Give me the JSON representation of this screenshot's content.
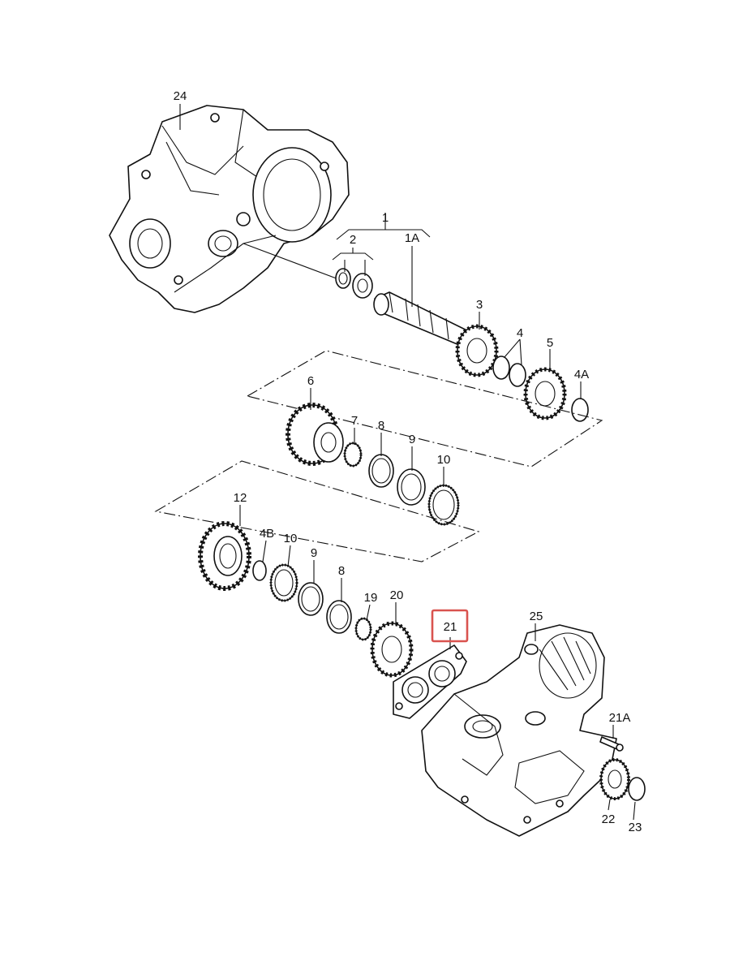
{
  "labels": {
    "p24": "24",
    "p1": "1",
    "p1a": "1A",
    "p2": "2",
    "p3": "3",
    "p4": "4",
    "p5": "5",
    "p4a": "4A",
    "p6": "6",
    "p7": "7",
    "p8a": "8",
    "p9a": "9",
    "p10a": "10",
    "p12": "12",
    "p4b": "4B",
    "p10b": "10",
    "p9b": "9",
    "p8b": "8",
    "p19": "19",
    "p20": "20",
    "p21": "21",
    "p25": "25",
    "p21a": "21A",
    "p22": "22",
    "p23": "23"
  },
  "highlight": {
    "color": "#d9534f",
    "part": "21"
  }
}
